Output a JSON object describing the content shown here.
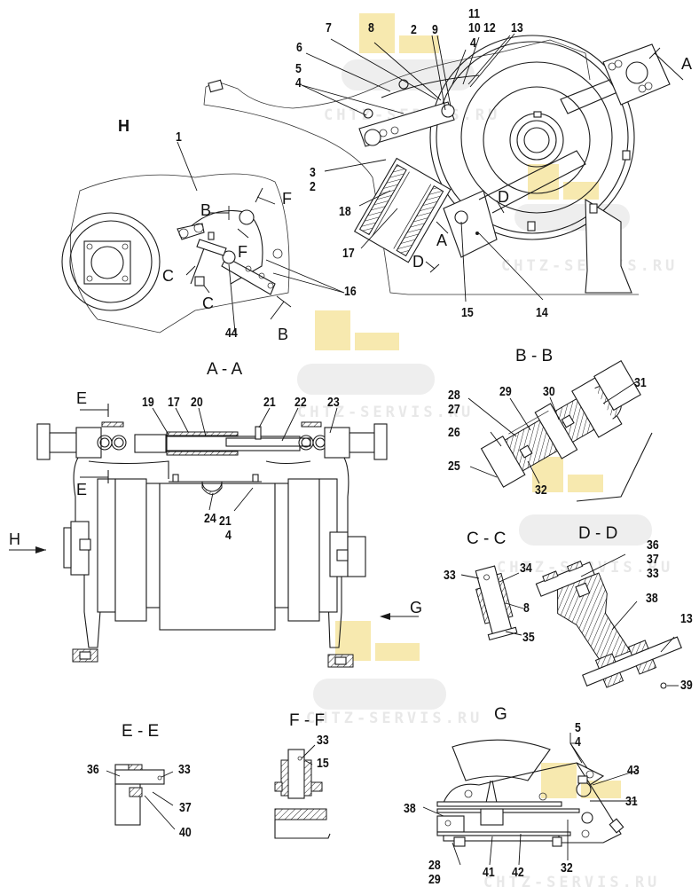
{
  "diagram": {
    "type": "exploded-assembly-drawing",
    "watermark": "CHTZ-SERVIS.RU",
    "main_view": {
      "callouts": [
        "1",
        "2",
        "3",
        "4",
        "5",
        "6",
        "7",
        "8",
        "9",
        "10",
        "11",
        "12",
        "13",
        "14",
        "15",
        "16",
        "17",
        "18",
        "44"
      ],
      "section_marks": [
        "A",
        "A",
        "B",
        "B",
        "C",
        "C",
        "D",
        "D",
        "F",
        "F"
      ],
      "view_marker": "H"
    },
    "views": {
      "aa": {
        "title": "A - A",
        "callouts": [
          "19",
          "17",
          "20",
          "21",
          "22",
          "23",
          "24",
          "21",
          "4"
        ],
        "section_marks": [
          "E",
          "E"
        ],
        "direction_marks": [
          "H",
          "G"
        ]
      },
      "bb": {
        "title": "B - B",
        "callouts": [
          "28",
          "27",
          "29",
          "30",
          "31",
          "26",
          "25",
          "32"
        ]
      },
      "cc": {
        "title": "C - C",
        "callouts": [
          "33",
          "34",
          "8",
          "35"
        ]
      },
      "dd": {
        "title": "D - D",
        "callouts": [
          "36",
          "37",
          "33",
          "38",
          "13",
          "39"
        ]
      },
      "ee": {
        "title": "E - E",
        "callouts": [
          "36",
          "33",
          "37",
          "40"
        ]
      },
      "ff": {
        "title": "F - F",
        "callouts": [
          "33",
          "15"
        ]
      },
      "g": {
        "title": "G",
        "callouts": [
          "5",
          "4",
          "43",
          "31",
          "38",
          "32",
          "28",
          "29",
          "41",
          "42"
        ]
      }
    },
    "labels": {
      "c1": "1",
      "c2a": "2",
      "c2b": "2",
      "c3": "3",
      "c4a": "4",
      "c4b": "4",
      "c5": "5",
      "c6": "6",
      "c7": "7",
      "c8": "8",
      "c9": "9",
      "c10": "10",
      "c11": "11",
      "c12": "12",
      "c13": "13",
      "c14": "14",
      "c15": "15",
      "c16": "16",
      "c17": "17",
      "c18": "18",
      "c44": "44",
      "aa19": "19",
      "aa17": "17",
      "aa20": "20",
      "aa21a": "21",
      "aa22": "22",
      "aa23": "23",
      "aa24": "24",
      "aa21b": "21",
      "aa4": "4",
      "bb28": "28",
      "bb27": "27",
      "bb29": "29",
      "bb30": "30",
      "bb31": "31",
      "bb26": "26",
      "bb25": "25",
      "bb32": "32",
      "cc33": "33",
      "cc34": "34",
      "cc8": "8",
      "cc35": "35",
      "dd36": "36",
      "dd37": "37",
      "dd33": "33",
      "dd38": "38",
      "dd13": "13",
      "dd39": "39",
      "ee36": "36",
      "ee33": "33",
      "ee37": "37",
      "ee40": "40",
      "ff33": "33",
      "ff15": "15",
      "g5": "5",
      "g4": "4",
      "g43": "43",
      "g31": "31",
      "g38": "38",
      "g32": "32",
      "g28": "28",
      "g29": "29",
      "g41": "41",
      "g42": "42"
    },
    "marks": {
      "A": "A",
      "B": "B",
      "C": "C",
      "D": "D",
      "E": "E",
      "F": "F",
      "G": "G",
      "H": "H"
    }
  }
}
